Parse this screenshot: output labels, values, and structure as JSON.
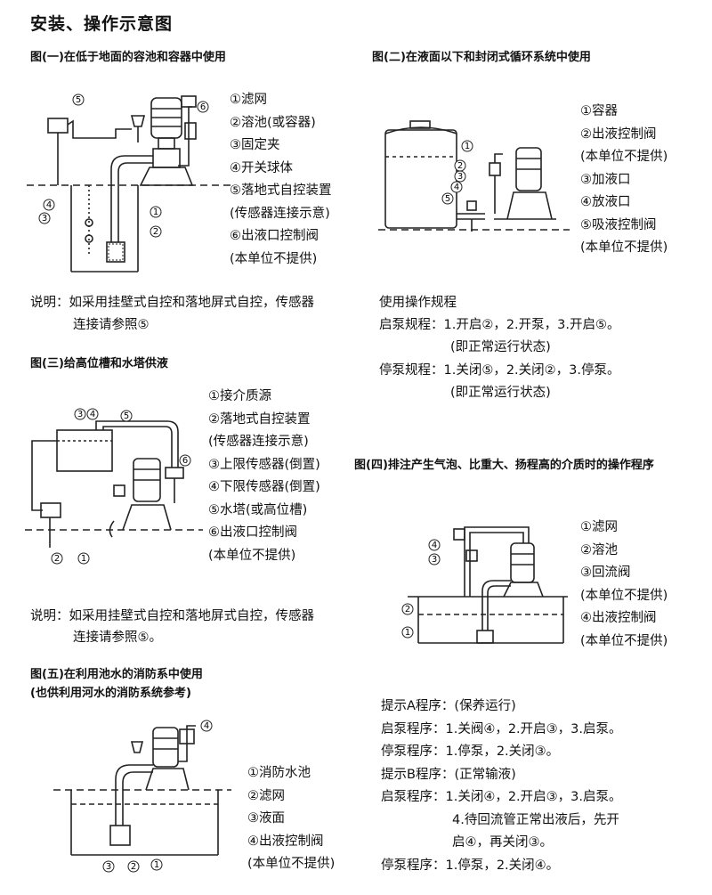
{
  "page_title": "安装、操作示意图",
  "fig1": {
    "caption": "图(一)在低于地面的容池和容器中使用",
    "items": [
      "①滤网",
      "②溶池(或容器)",
      "③固定夹",
      "④开关球体",
      "⑤落地式自控装置",
      "(传感器连接示意)",
      "⑥出液口控制阀",
      "(本单位不提供)"
    ],
    "note1": "说明：如采用挂壁式自控和落地屏式自控，传感器",
    "note2": "连接请参照⑤"
  },
  "fig2": {
    "caption": "图(二)在液面以下和封闭式循环系统中使用",
    "items": [
      "①容器",
      "②出液控制阀",
      "(本单位不提供)",
      "③加液口",
      "④放液口",
      "⑤吸液控制阀",
      "(本单位不提供)"
    ],
    "rules_title": "使用操作规程",
    "start_line": "启泵规程：1.开启②，2.开泵，3.开启⑤。",
    "start_state": "(即正常运行状态)",
    "stop_line": "停泵规程：1.关闭⑤，2.关闭②，3.停泵。",
    "stop_state": "(即正常运行状态)"
  },
  "fig3": {
    "caption": "图(三)给高位槽和水塔供液",
    "items": [
      "①接介质源",
      "②落地式自控装置",
      "(传感器连接示意)",
      "③上限传感器(倒置)",
      "④下限传感器(倒置)",
      "⑤水塔(或高位槽)",
      "⑥出液口控制阀",
      "(本单位不提供)"
    ],
    "note1": "说明：如采用挂壁式自控和落地屏式自控，传感器",
    "note2": "连接请参照⑤。"
  },
  "fig4": {
    "caption": "图(四)排注产生气泡、比重大、扬程高的介质时的操作程序",
    "items": [
      "①滤网",
      "②溶池",
      "③回流阀",
      "(本单位不提供)",
      "④出液控制阀",
      "(本单位不提供)"
    ],
    "prog": [
      "提示A程序：(保养运行)",
      "启泵程序：1.关阀④，2.开启③，3.启泵。",
      "停泵程序：1.停泵，2.关闭③。",
      "提示B程序：(正常输液)",
      "启泵程序：1.关闭④，2.开启③，3.启泵。",
      "4.待回流管正常出液后，先开",
      "启④，再关闭③。",
      "停泵程序：1.停泵，2.关闭④。"
    ]
  },
  "fig5": {
    "caption1": "图(五)在利用池水的消防系中使用",
    "caption2": "(也供利用河水的消防系统参考)",
    "items": [
      "①消防水池",
      "②滤网",
      "③液面",
      "④出液控制阀",
      "(本单位不提供)"
    ]
  },
  "callouts": {
    "c1": "1",
    "c2": "2",
    "c3": "3",
    "c4": "4",
    "c5": "5",
    "c6": "6"
  }
}
